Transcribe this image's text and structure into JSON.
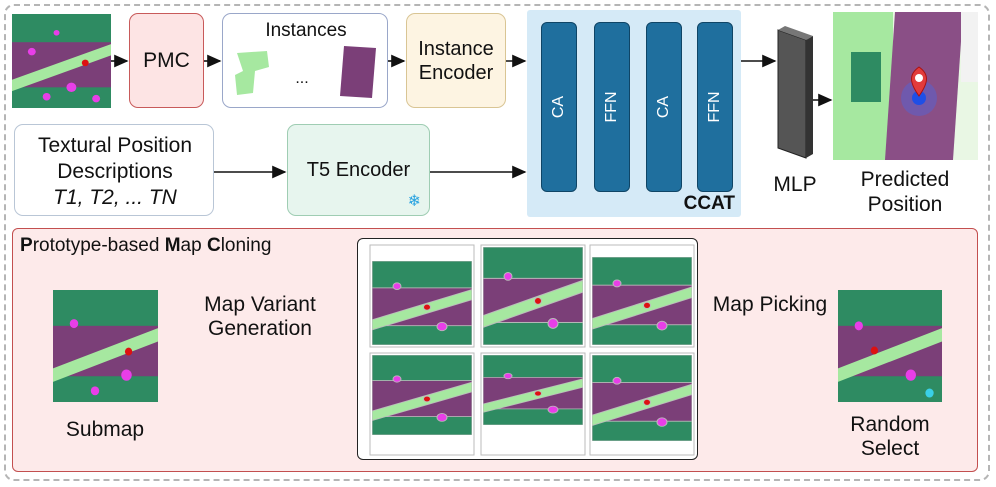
{
  "top": {
    "pmc_label": "PMC",
    "instances_title": "Instances",
    "instances_ellipsis": "...",
    "instance_encoder_label": "Instance Encoder",
    "text_descriptions": {
      "line1": "Textural Position",
      "line2": "Descriptions",
      "line3": "T1, T2, ... TN"
    },
    "t5_encoder_label": "T5 Encoder",
    "snowflake": "❄",
    "ccat": {
      "blocks": [
        "CA",
        "FFN",
        "CA",
        "FFN"
      ],
      "label": "CCAT"
    },
    "mlp_label": "MLP",
    "output_label": "Predicted Position"
  },
  "bottom": {
    "title": {
      "p": "P",
      "rest1": "rototype-based ",
      "m": "M",
      "rest2": "ap ",
      "c": "C",
      "rest3": "loning"
    },
    "submap_label": "Submap",
    "variant_label": "Map Variant Generation",
    "picking_label": "Map Picking",
    "random_label": "Random Select"
  },
  "colors": {
    "pmc_fill": "#fde4e4",
    "pmc_border": "#c85a5a",
    "instances_border": "#9aa7c9",
    "encoder_fill": "#fdf4e2",
    "encoder_border": "#d9c594",
    "t5_fill": "#e7f5ee",
    "t5_border": "#9fcdb3",
    "ccat_fill": "#d5eaf7",
    "ccat_block": "#1f6f9e",
    "pmc_panel_fill": "#fdeaea",
    "pmc_panel_border": "#c34f4f",
    "map_green": "#2e8b62",
    "map_purple": "#7b3f78",
    "map_road": "#a6e8a0",
    "map_magenta": "#e83ee8"
  }
}
